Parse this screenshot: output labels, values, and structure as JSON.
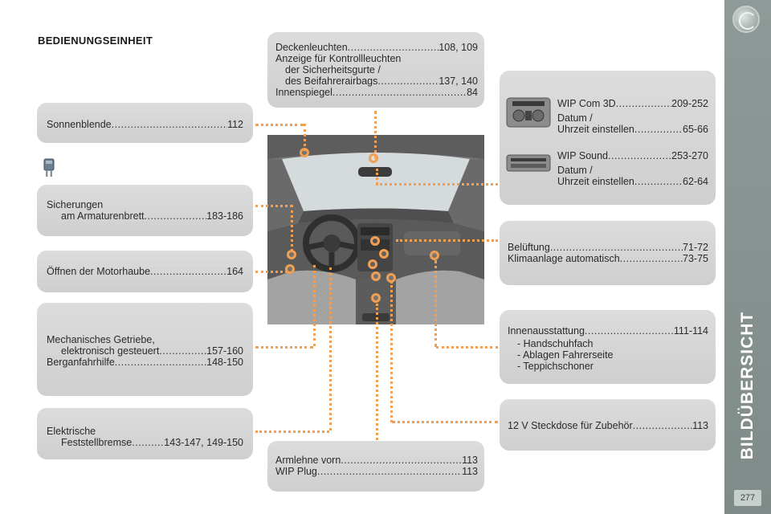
{
  "title": "BEDIENUNGSEINHEIT",
  "side_title": "BILDÜBERSICHT",
  "page_number": "277",
  "boxes": {
    "sonnenblende": {
      "label": "Sonnenblende",
      "page": "112"
    },
    "sicherungen": {
      "label1": "Sicherungen",
      "label2": "am Armaturenbrett",
      "page": "183-186"
    },
    "motorhaube": {
      "label": "Öffnen der Motorhaube",
      "page": "164"
    },
    "getriebe": {
      "label1": "Mechanisches Getriebe,",
      "label2": "elektronisch gesteuert",
      "page2": "157-160",
      "label3": "Berganfahrhilfe",
      "page3": "148-150"
    },
    "feststellbremse": {
      "label1": "Elektrische",
      "label2": "Feststellbremse",
      "page2": "143-147, 149-150"
    },
    "decke": {
      "label1": "Deckenleuchten",
      "page1": "108, 109",
      "label2": "Anzeige für Kontrollleuchten",
      "label3": "der Sicherheitsgurte /",
      "label4": "des Beifahrerairbags",
      "page4": "137, 140",
      "label5": "Innenspiegel",
      "page5": "84"
    },
    "wip": {
      "label1": "WIP Com 3D",
      "page1": "209-252",
      "label2": "Datum /",
      "label3": "Uhrzeit einstellen",
      "page3": "65-66",
      "label4": "WIP Sound",
      "page4": "253-270",
      "label5": "Datum /",
      "label6": "Uhrzeit einstellen",
      "page6": "62-64"
    },
    "belueftung": {
      "label1": "Belüftung",
      "page1": "71-72",
      "label2": "Klimaanlage automatisch",
      "page2": "73-75"
    },
    "innen": {
      "label": "Innenausstattung",
      "page": "111-114",
      "items": [
        "-  Handschuhfach",
        "-  Ablagen Fahrerseite",
        "-  Teppichschoner"
      ]
    },
    "steckdose": {
      "label": "12 V Steckdose für Zubehör",
      "page": "113"
    },
    "armlehne": {
      "label1": "Armlehne vorn",
      "page1": "113",
      "label2": "WIP Plug",
      "page2": "113"
    }
  },
  "colors": {
    "accent": "#f0a050",
    "box": "#d4d4d4",
    "sidebar": "#86918f"
  }
}
